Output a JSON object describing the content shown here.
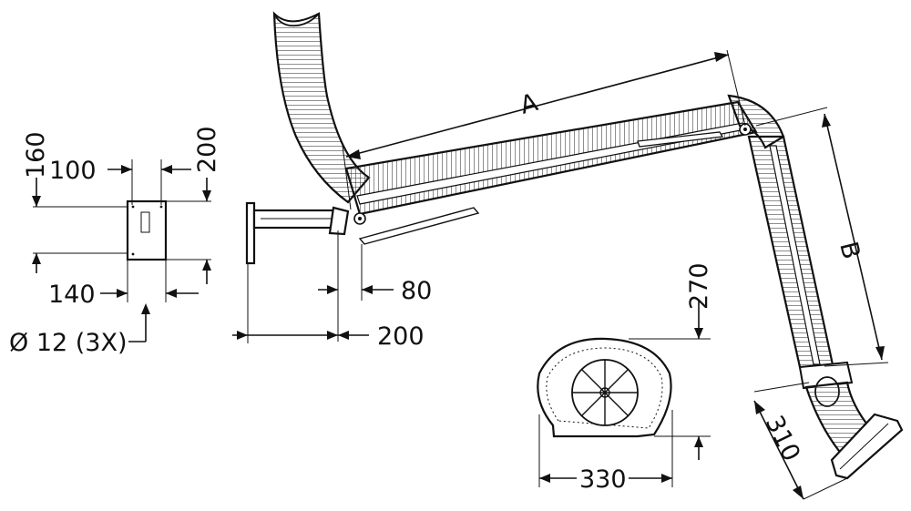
{
  "labels": {
    "dim_a": "A",
    "dim_b": "B",
    "dim_100": "100",
    "dim_160": "160",
    "dim_200_top": "200",
    "dim_140": "140",
    "dim_hole": "Ø 12 (3X)",
    "dim_80": "80",
    "dim_200_bottom": "200",
    "dim_270": "270",
    "dim_330": "330",
    "dim_310": "310"
  }
}
